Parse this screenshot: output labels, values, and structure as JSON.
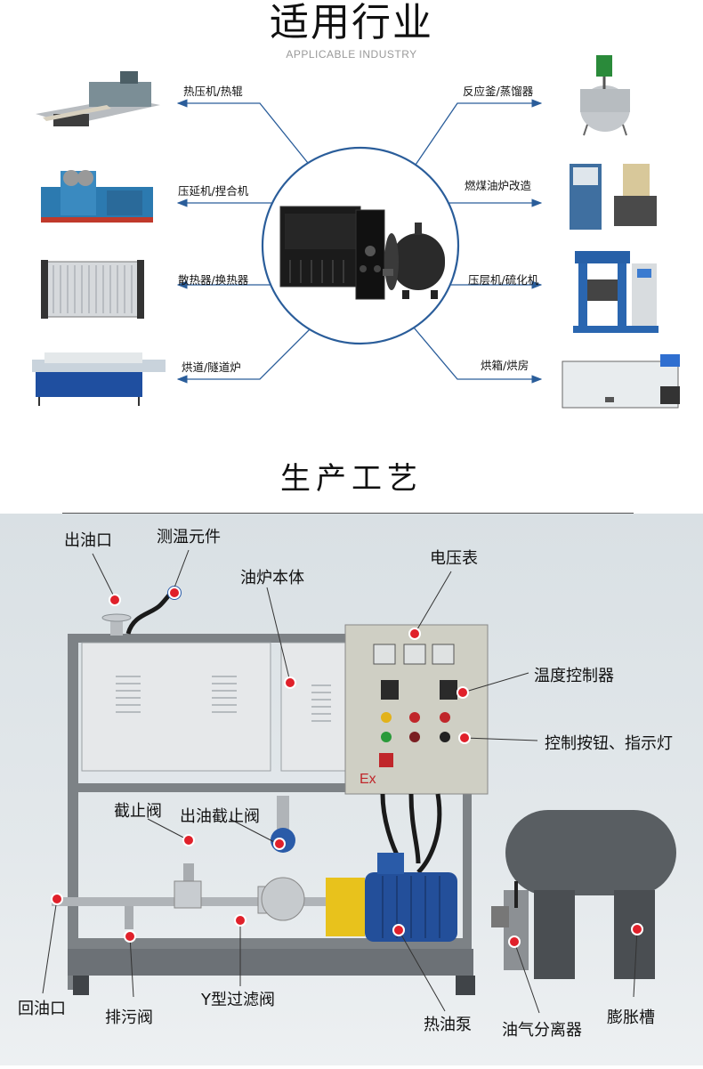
{
  "applicable": {
    "title": "适用行业",
    "subtitle": "APPLICABLE INDUSTRY",
    "left": [
      "热压机/热辊",
      "压延机/捏合机",
      "散热器/换热器",
      "烘道/隧道炉"
    ],
    "right": [
      "反应釜/蒸馏器",
      "燃煤油炉改造",
      "压层机/硫化机",
      "烘箱/烘房"
    ]
  },
  "process": {
    "title": "生产工艺",
    "labels": {
      "oil_outlet": "出油口",
      "temp_sensor": "测温元件",
      "furnace_body": "油炉本体",
      "voltmeter": "电压表",
      "temp_controller": "温度控制器",
      "control_buttons": "控制按钮、指示灯",
      "stop_valve": "截止阀",
      "outlet_stop_valve": "出油截止阀",
      "oil_return": "回油口",
      "drain_valve": "排污阀",
      "y_filter": "Y型过滤阀",
      "hot_oil_pump": "热油泵",
      "oil_gas_separator": "油气分离器",
      "expansion_tank": "膨胀槽"
    },
    "ex_mark": "Ex"
  },
  "colors": {
    "arrow": "#2a5d9a",
    "circle": "#2a5d9a",
    "marker": "#e0202a",
    "panel": "#d9e0e4"
  }
}
